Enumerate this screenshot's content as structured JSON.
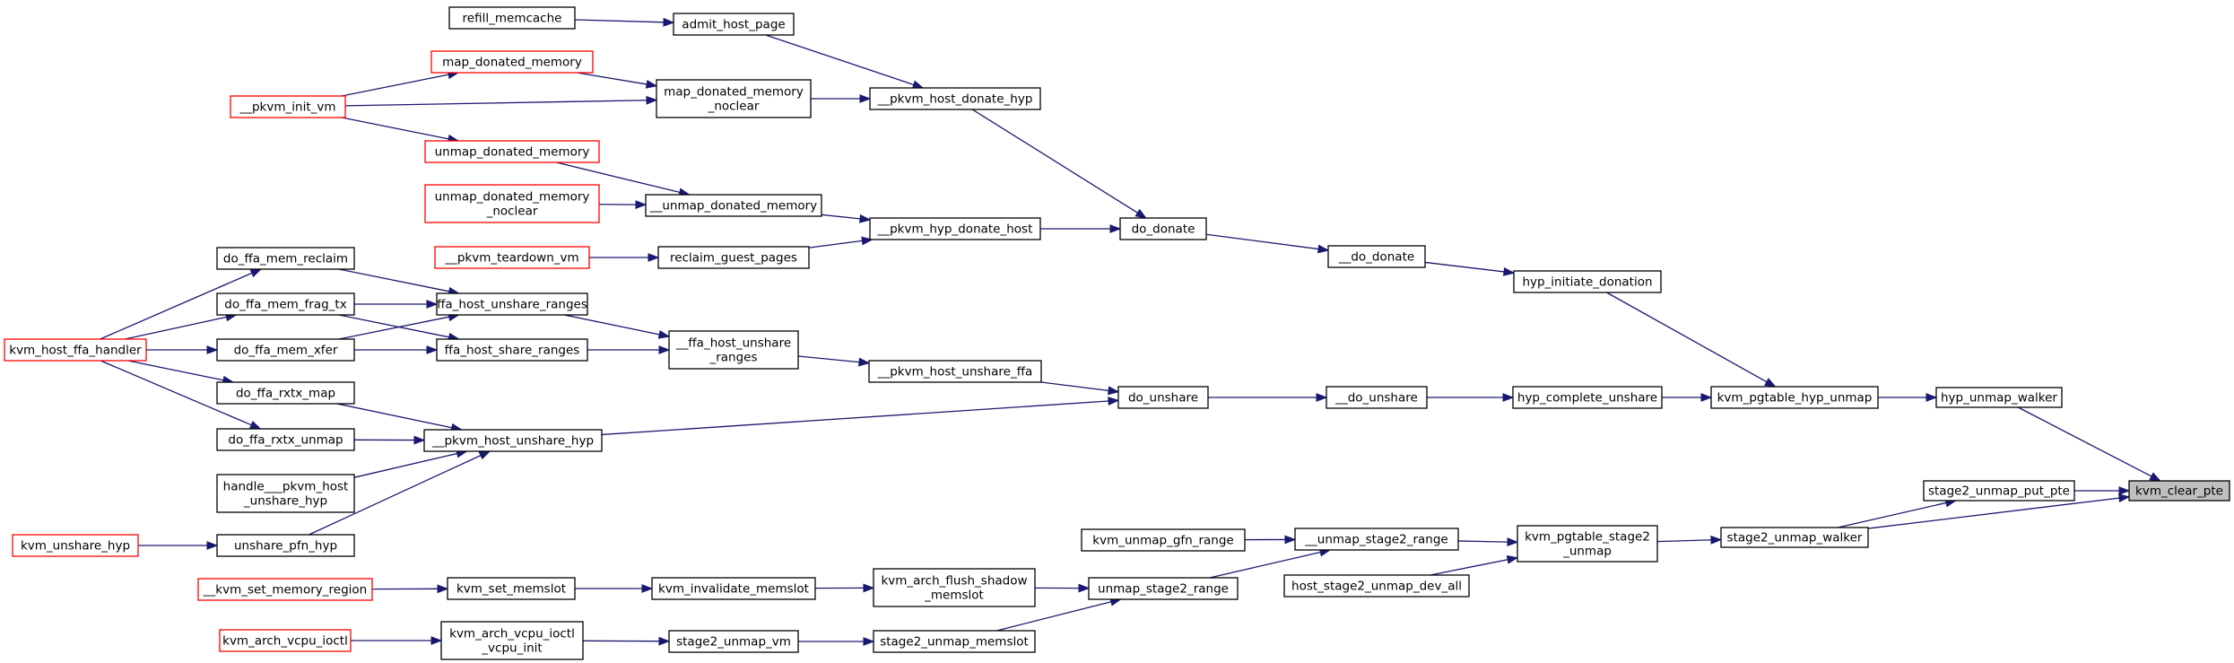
{
  "graph": {
    "root": "kvm_clear_pte",
    "nodes": [
      {
        "id": "kvm_clear_pte",
        "lines": [
          "kvm_clear_pte"
        ],
        "style": "root"
      },
      {
        "id": "hyp_unmap_walker",
        "lines": [
          "hyp_unmap_walker"
        ],
        "style": "normal"
      },
      {
        "id": "stage2_unmap_put_pte",
        "lines": [
          "stage2_unmap_put_pte"
        ],
        "style": "normal"
      },
      {
        "id": "stage2_unmap_walker",
        "lines": [
          "stage2_unmap_walker"
        ],
        "style": "normal"
      },
      {
        "id": "kvm_pgtable_hyp_unmap",
        "lines": [
          "kvm_pgtable_hyp_unmap"
        ],
        "style": "normal"
      },
      {
        "id": "hyp_initiate_donation",
        "lines": [
          "hyp_initiate_donation"
        ],
        "style": "normal"
      },
      {
        "id": "hyp_complete_unshare",
        "lines": [
          "hyp_complete_unshare"
        ],
        "style": "normal"
      },
      {
        "id": "__do_donate",
        "lines": [
          "__do_donate"
        ],
        "style": "normal"
      },
      {
        "id": "__do_unshare",
        "lines": [
          "__do_unshare"
        ],
        "style": "normal"
      },
      {
        "id": "do_donate",
        "lines": [
          "do_donate"
        ],
        "style": "normal"
      },
      {
        "id": "do_unshare",
        "lines": [
          "do_unshare"
        ],
        "style": "normal"
      },
      {
        "id": "__pkvm_host_donate_hyp",
        "lines": [
          "__pkvm_host_donate_hyp"
        ],
        "style": "normal"
      },
      {
        "id": "__pkvm_hyp_donate_host",
        "lines": [
          "__pkvm_hyp_donate_host"
        ],
        "style": "normal"
      },
      {
        "id": "__pkvm_host_unshare_ffa",
        "lines": [
          "__pkvm_host_unshare_ffa"
        ],
        "style": "normal"
      },
      {
        "id": "__pkvm_host_unshare_hyp",
        "lines": [
          "__pkvm_host_unshare_hyp"
        ],
        "style": "normal"
      },
      {
        "id": "admit_host_page",
        "lines": [
          "admit_host_page"
        ],
        "style": "normal"
      },
      {
        "id": "refill_memcache",
        "lines": [
          "refill_memcache"
        ],
        "style": "normal"
      },
      {
        "id": "map_donated_memory_noclear",
        "lines": [
          "map_donated_memory",
          "_noclear"
        ],
        "style": "normal"
      },
      {
        "id": "map_donated_memory",
        "lines": [
          "map_donated_memory"
        ],
        "style": "red"
      },
      {
        "id": "__pkvm_init_vm",
        "lines": [
          "__pkvm_init_vm"
        ],
        "style": "red"
      },
      {
        "id": "unmap_donated_memory",
        "lines": [
          "unmap_donated_memory"
        ],
        "style": "red"
      },
      {
        "id": "__unmap_donated_memory",
        "lines": [
          "__unmap_donated_memory"
        ],
        "style": "normal"
      },
      {
        "id": "unmap_donated_memory_noclear",
        "lines": [
          "unmap_donated_memory",
          "_noclear"
        ],
        "style": "red"
      },
      {
        "id": "reclaim_guest_pages",
        "lines": [
          "reclaim_guest_pages"
        ],
        "style": "normal"
      },
      {
        "id": "__pkvm_teardown_vm",
        "lines": [
          "__pkvm_teardown_vm"
        ],
        "style": "red"
      },
      {
        "id": "__ffa_host_unshare_ranges",
        "lines": [
          "__ffa_host_unshare",
          "_ranges"
        ],
        "style": "normal"
      },
      {
        "id": "ffa_host_unshare_ranges",
        "lines": [
          "ffa_host_unshare_ranges"
        ],
        "style": "normal"
      },
      {
        "id": "ffa_host_share_ranges",
        "lines": [
          "ffa_host_share_ranges"
        ],
        "style": "normal"
      },
      {
        "id": "do_ffa_mem_reclaim",
        "lines": [
          "do_ffa_mem_reclaim"
        ],
        "style": "normal"
      },
      {
        "id": "do_ffa_mem_frag_tx",
        "lines": [
          "do_ffa_mem_frag_tx"
        ],
        "style": "normal"
      },
      {
        "id": "do_ffa_mem_xfer",
        "lines": [
          "do_ffa_mem_xfer"
        ],
        "style": "normal"
      },
      {
        "id": "do_ffa_rxtx_map",
        "lines": [
          "do_ffa_rxtx_map"
        ],
        "style": "normal"
      },
      {
        "id": "do_ffa_rxtx_unmap",
        "lines": [
          "do_ffa_rxtx_unmap"
        ],
        "style": "normal"
      },
      {
        "id": "kvm_host_ffa_handler",
        "lines": [
          "kvm_host_ffa_handler"
        ],
        "style": "red"
      },
      {
        "id": "handle___pkvm_host_unshare_hyp",
        "lines": [
          "handle___pkvm_host",
          "_unshare_hyp"
        ],
        "style": "normal"
      },
      {
        "id": "unshare_pfn_hyp",
        "lines": [
          "unshare_pfn_hyp"
        ],
        "style": "normal"
      },
      {
        "id": "kvm_unshare_hyp",
        "lines": [
          "kvm_unshare_hyp"
        ],
        "style": "red"
      },
      {
        "id": "kvm_pgtable_stage2_unmap",
        "lines": [
          "kvm_pgtable_stage2",
          "_unmap"
        ],
        "style": "normal"
      },
      {
        "id": "__unmap_stage2_range",
        "lines": [
          "__unmap_stage2_range"
        ],
        "style": "normal"
      },
      {
        "id": "host_stage2_unmap_dev_all",
        "lines": [
          "host_stage2_unmap_dev_all"
        ],
        "style": "normal"
      },
      {
        "id": "kvm_unmap_gfn_range",
        "lines": [
          "kvm_unmap_gfn_range"
        ],
        "style": "normal"
      },
      {
        "id": "unmap_stage2_range",
        "lines": [
          "unmap_stage2_range"
        ],
        "style": "normal"
      },
      {
        "id": "kvm_arch_flush_shadow_memslot",
        "lines": [
          "kvm_arch_flush_shadow",
          "_memslot"
        ],
        "style": "normal"
      },
      {
        "id": "stage2_unmap_memslot",
        "lines": [
          "stage2_unmap_memslot"
        ],
        "style": "normal"
      },
      {
        "id": "kvm_invalidate_memslot",
        "lines": [
          "kvm_invalidate_memslot"
        ],
        "style": "normal"
      },
      {
        "id": "kvm_set_memslot",
        "lines": [
          "kvm_set_memslot"
        ],
        "style": "normal"
      },
      {
        "id": "__kvm_set_memory_region",
        "lines": [
          "__kvm_set_memory_region"
        ],
        "style": "red"
      },
      {
        "id": "stage2_unmap_vm",
        "lines": [
          "stage2_unmap_vm"
        ],
        "style": "normal"
      },
      {
        "id": "kvm_arch_vcpu_ioctl_vcpu_init",
        "lines": [
          "kvm_arch_vcpu_ioctl",
          "_vcpu_init"
        ],
        "style": "normal"
      },
      {
        "id": "kvm_arch_vcpu_ioctl",
        "lines": [
          "kvm_arch_vcpu_ioctl"
        ],
        "style": "red"
      }
    ],
    "edges": [
      {
        "from": "hyp_unmap_walker",
        "to": "kvm_clear_pte"
      },
      {
        "from": "stage2_unmap_put_pte",
        "to": "kvm_clear_pte"
      },
      {
        "from": "stage2_unmap_walker",
        "to": "kvm_clear_pte"
      },
      {
        "from": "stage2_unmap_walker",
        "to": "stage2_unmap_put_pte"
      },
      {
        "from": "kvm_pgtable_hyp_unmap",
        "to": "hyp_unmap_walker"
      },
      {
        "from": "hyp_initiate_donation",
        "to": "kvm_pgtable_hyp_unmap"
      },
      {
        "from": "hyp_complete_unshare",
        "to": "kvm_pgtable_hyp_unmap"
      },
      {
        "from": "__do_donate",
        "to": "hyp_initiate_donation"
      },
      {
        "from": "__do_unshare",
        "to": "hyp_complete_unshare"
      },
      {
        "from": "do_donate",
        "to": "__do_donate"
      },
      {
        "from": "do_unshare",
        "to": "__do_unshare"
      },
      {
        "from": "__pkvm_host_donate_hyp",
        "to": "do_donate"
      },
      {
        "from": "__pkvm_hyp_donate_host",
        "to": "do_donate"
      },
      {
        "from": "__pkvm_host_unshare_ffa",
        "to": "do_unshare"
      },
      {
        "from": "__pkvm_host_unshare_hyp",
        "to": "do_unshare"
      },
      {
        "from": "admit_host_page",
        "to": "__pkvm_host_donate_hyp"
      },
      {
        "from": "refill_memcache",
        "to": "admit_host_page"
      },
      {
        "from": "map_donated_memory_noclear",
        "to": "__pkvm_host_donate_hyp"
      },
      {
        "from": "map_donated_memory",
        "to": "map_donated_memory_noclear"
      },
      {
        "from": "__pkvm_init_vm",
        "to": "map_donated_memory"
      },
      {
        "from": "__pkvm_init_vm",
        "to": "map_donated_memory_noclear"
      },
      {
        "from": "__pkvm_init_vm",
        "to": "unmap_donated_memory"
      },
      {
        "from": "__unmap_donated_memory",
        "to": "__pkvm_hyp_donate_host"
      },
      {
        "from": "unmap_donated_memory",
        "to": "__unmap_donated_memory"
      },
      {
        "from": "unmap_donated_memory_noclear",
        "to": "__unmap_donated_memory"
      },
      {
        "from": "reclaim_guest_pages",
        "to": "__pkvm_hyp_donate_host"
      },
      {
        "from": "__pkvm_teardown_vm",
        "to": "reclaim_guest_pages"
      },
      {
        "from": "__ffa_host_unshare_ranges",
        "to": "__pkvm_host_unshare_ffa"
      },
      {
        "from": "ffa_host_unshare_ranges",
        "to": "__ffa_host_unshare_ranges"
      },
      {
        "from": "ffa_host_share_ranges",
        "to": "__ffa_host_unshare_ranges"
      },
      {
        "from": "do_ffa_mem_reclaim",
        "to": "ffa_host_unshare_ranges"
      },
      {
        "from": "do_ffa_mem_frag_tx",
        "to": "ffa_host_unshare_ranges"
      },
      {
        "from": "do_ffa_mem_xfer",
        "to": "ffa_host_unshare_ranges"
      },
      {
        "from": "do_ffa_mem_frag_tx",
        "to": "ffa_host_share_ranges"
      },
      {
        "from": "do_ffa_mem_xfer",
        "to": "ffa_host_share_ranges"
      },
      {
        "from": "kvm_host_ffa_handler",
        "to": "do_ffa_mem_reclaim"
      },
      {
        "from": "kvm_host_ffa_handler",
        "to": "do_ffa_mem_frag_tx"
      },
      {
        "from": "kvm_host_ffa_handler",
        "to": "do_ffa_mem_xfer"
      },
      {
        "from": "kvm_host_ffa_handler",
        "to": "do_ffa_rxtx_map"
      },
      {
        "from": "kvm_host_ffa_handler",
        "to": "do_ffa_rxtx_unmap"
      },
      {
        "from": "do_ffa_rxtx_map",
        "to": "__pkvm_host_unshare_hyp"
      },
      {
        "from": "do_ffa_rxtx_unmap",
        "to": "__pkvm_host_unshare_hyp"
      },
      {
        "from": "handle___pkvm_host_unshare_hyp",
        "to": "__pkvm_host_unshare_hyp"
      },
      {
        "from": "unshare_pfn_hyp",
        "to": "__pkvm_host_unshare_hyp"
      },
      {
        "from": "kvm_unshare_hyp",
        "to": "unshare_pfn_hyp"
      },
      {
        "from": "kvm_pgtable_stage2_unmap",
        "to": "stage2_unmap_walker"
      },
      {
        "from": "__unmap_stage2_range",
        "to": "kvm_pgtable_stage2_unmap"
      },
      {
        "from": "host_stage2_unmap_dev_all",
        "to": "kvm_pgtable_stage2_unmap"
      },
      {
        "from": "kvm_unmap_gfn_range",
        "to": "__unmap_stage2_range"
      },
      {
        "from": "unmap_stage2_range",
        "to": "__unmap_stage2_range"
      },
      {
        "from": "kvm_arch_flush_shadow_memslot",
        "to": "unmap_stage2_range"
      },
      {
        "from": "stage2_unmap_memslot",
        "to": "unmap_stage2_range"
      },
      {
        "from": "kvm_invalidate_memslot",
        "to": "kvm_arch_flush_shadow_memslot"
      },
      {
        "from": "kvm_set_memslot",
        "to": "kvm_invalidate_memslot"
      },
      {
        "from": "__kvm_set_memory_region",
        "to": "kvm_set_memslot"
      },
      {
        "from": "stage2_unmap_vm",
        "to": "stage2_unmap_memslot"
      },
      {
        "from": "kvm_arch_vcpu_ioctl_vcpu_init",
        "to": "stage2_unmap_vm"
      },
      {
        "from": "kvm_arch_vcpu_ioctl",
        "to": "kvm_arch_vcpu_ioctl_vcpu_init"
      }
    ]
  }
}
